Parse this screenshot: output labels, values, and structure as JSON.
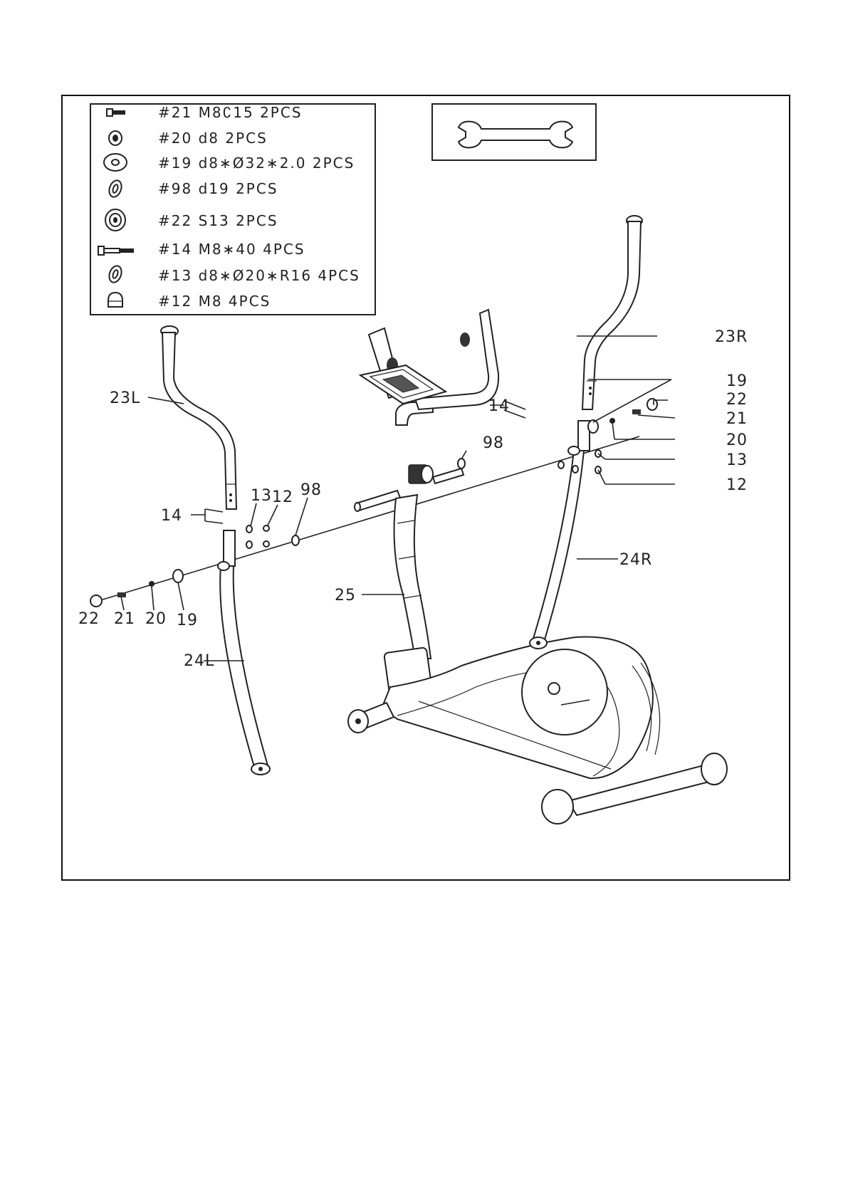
{
  "hardware": [
    {
      "icon": "bolt-short-icon",
      "text": "#21 M8∁15 2PCS"
    },
    {
      "icon": "spring-washer-icon",
      "text": "#20 d8 2PCS"
    },
    {
      "icon": "flat-washer-icon",
      "text": "#19 d8∗Ø32∗2.0 2PCS"
    },
    {
      "icon": "wave-washer-icon",
      "text": "#98 d19 2PCS"
    },
    {
      "icon": "nut-icon",
      "text": "#22 S13 2PCS"
    },
    {
      "icon": "bolt-long-icon",
      "text": "#14 M8∗40 4PCS"
    },
    {
      "icon": "curved-washer-icon",
      "text": "#13 d8∗Ø20∗R16 4PCS"
    },
    {
      "icon": "cap-nut-icon",
      "text": "#12 M8 4PCS"
    }
  ],
  "tool": {
    "icon": "wrench-icon"
  },
  "labels": {
    "l23L": "23L",
    "l23R": "23R",
    "l24L": "24L",
    "l24R": "24R",
    "l25": "25",
    "l14a": "14",
    "l14b": "14",
    "l13a": "13",
    "l13b": "13",
    "l12a": "12",
    "l12b": "12",
    "l98a": "98",
    "l98b": "98",
    "l19a": "19",
    "l19b": "19",
    "l20a": "20",
    "l20b": "20",
    "l21a": "21",
    "l21b": "21",
    "l22a": "22",
    "l22b": "22"
  }
}
